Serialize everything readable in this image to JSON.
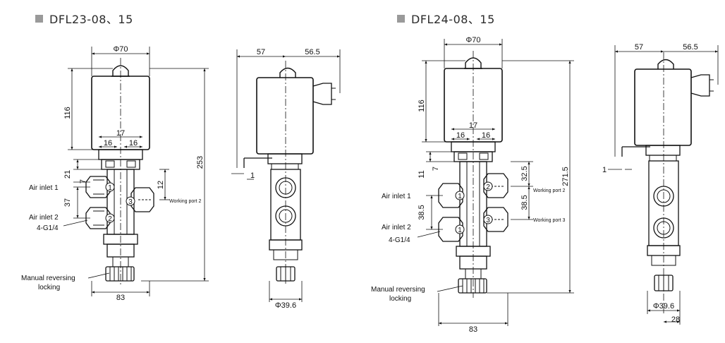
{
  "left": {
    "title": "DFL23-08、15",
    "d_top": "Φ70",
    "d57": "57",
    "d565": "56.5",
    "d116": "116",
    "d17": "17",
    "d16a": "16",
    "d16b": "16",
    "d21": "21",
    "d7": "7",
    "d37": "37",
    "d253": "253",
    "d12": "12",
    "d1": "1",
    "air1": "Air inlet 1",
    "air2": "Air inlet 2",
    "thread": "4-G1/4",
    "wp2": "Working port 2",
    "manual1": "Manual reversing",
    "manual2": "locking",
    "d83": "83",
    "d396": "Φ39.6",
    "p1": "1",
    "p2": "2",
    "p3": "3"
  },
  "right": {
    "title": "DFL24-08、15",
    "d_top": "Φ70",
    "d57": "57",
    "d565": "56.5",
    "d116": "116",
    "d17": "17",
    "d16a": "16",
    "d16b": "16",
    "d11": "11",
    "d7": "7",
    "d385a": "38.5",
    "d385b": "38.5",
    "d325": "32.5",
    "d2715": "271.5",
    "d1": "1",
    "air1": "Air inlet 1",
    "air2": "Air inlet 2",
    "thread": "4-G1/4",
    "wp2": "Working port 2",
    "wp3": "Working port 3",
    "manual1": "Manual reversing",
    "manual2": "locking",
    "d83": "83",
    "d396": "Φ39.6",
    "d28": "28",
    "p1a": "1",
    "p1b": "1",
    "p2": "2",
    "p3": "3"
  }
}
